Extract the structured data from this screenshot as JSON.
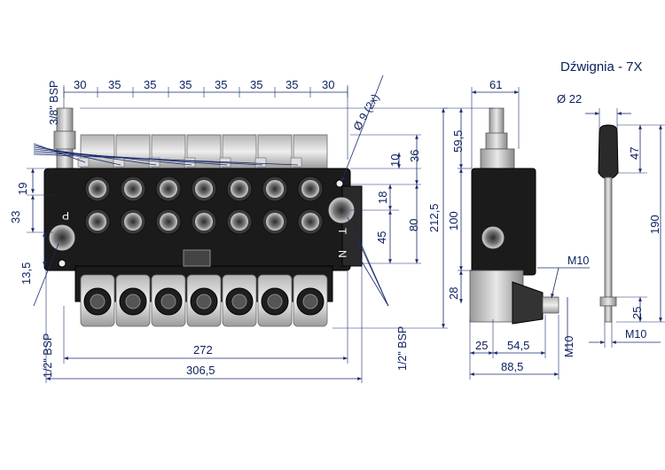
{
  "title": "Dźwignia - 7X",
  "front_view": {
    "section_widths": [
      "30",
      "35",
      "35",
      "35",
      "35",
      "35",
      "35",
      "30"
    ],
    "hole_dia": "Ø 9 (2x)",
    "right_dims": [
      "10",
      "36",
      "18",
      "45",
      "80",
      "212,5"
    ],
    "left_dims": [
      "19",
      "33",
      "13,5"
    ],
    "port_top": "3/8\" BSP",
    "port_bottom_left": "1/2\" BSP",
    "port_bottom_right": "1/2\" BSP",
    "bottom_dims": [
      "272",
      "306,5"
    ],
    "face_marks": [
      "P",
      "T",
      "N"
    ]
  },
  "side_view": {
    "width_top": "61",
    "heights": [
      "59,5",
      "100",
      "28"
    ],
    "bottom_dims": [
      "25",
      "54,5",
      "88,5"
    ],
    "thread_labels": [
      "M10",
      "M10"
    ]
  },
  "lever_view": {
    "grip_dia": "Ø 22",
    "heights": [
      "47",
      "190",
      "25"
    ],
    "thread": "M10"
  },
  "colors": {
    "dimension": "#1a2a6e",
    "body": "#1b1b1b",
    "metal": "#c8c8c8"
  }
}
